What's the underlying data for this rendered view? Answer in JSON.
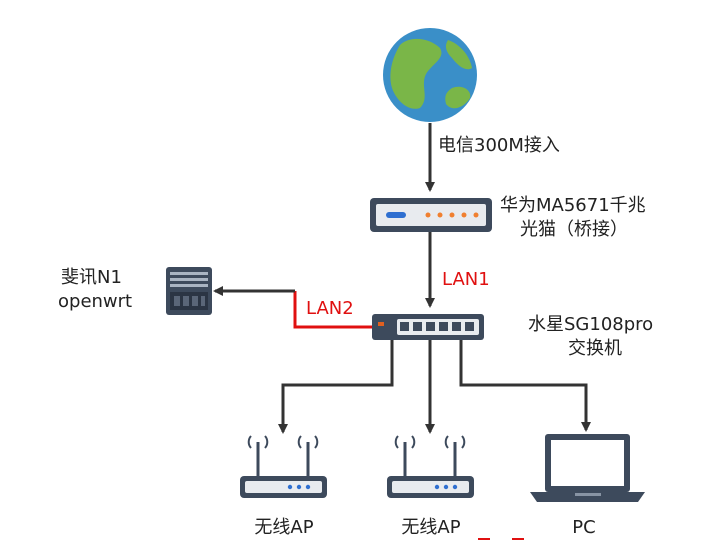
{
  "labels": {
    "internet_uplink": "电信300M接入",
    "modem_line1": "华为MA5671千兆",
    "modem_line2": "光猫（桥接）",
    "lan1": "LAN1",
    "lan2": "LAN2",
    "nas_line1": "斐讯N1",
    "nas_line2": "openwrt",
    "switch_line1": "水星SG108pro",
    "switch_line2": "交换机",
    "ap1": "无线AP",
    "ap2": "无线AP",
    "pc": "PC"
  },
  "colors": {
    "arrow": "#333333",
    "red_line": "#e01010",
    "globe_water": "#3a8fc8",
    "globe_land": "#7ab648",
    "device_dark": "#3d4a5c"
  }
}
